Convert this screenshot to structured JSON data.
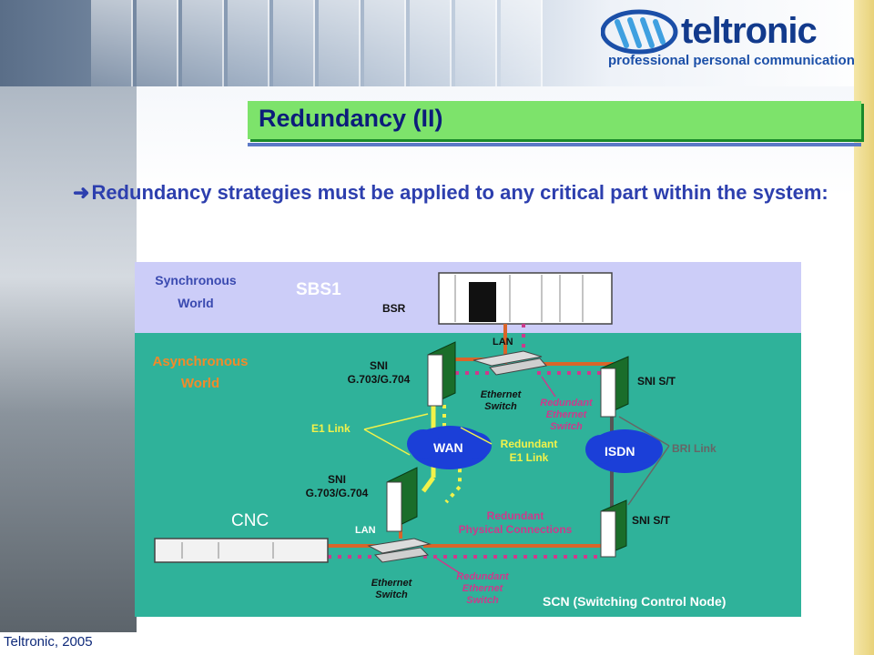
{
  "header": {
    "logo_wordmark": "teltronic",
    "tagline": "professional personal communication"
  },
  "title": "Redundancy (II)",
  "bullet": "Redundancy strategies must be applied to any critical part within the system:",
  "diagram": {
    "sync_world": "Synchronous World",
    "sync_line1": "Synchronous",
    "sync_line2": "World",
    "sbs1": "SBS1",
    "bsr": "BSR",
    "async_line1": "Asynchronous",
    "async_line2": "World",
    "lan_top": "LAN",
    "sni_top_line1": "SNI",
    "sni_top_line2": "G.703/G.704",
    "eth_switch_top_line1": "Ethernet",
    "eth_switch_top_line2": "Switch",
    "red_eth_top_line1": "Redundant",
    "red_eth_top_line2": "Ethernet",
    "red_eth_top_line3": "Switch",
    "sni_st_top": "SNI S/T",
    "e1_link": "E1 Link",
    "wan": "WAN",
    "red_e1_line1": "Redundant",
    "red_e1_line2": "E1 Link",
    "isdn": "ISDN",
    "bri_link": "BRI Link",
    "sni_bot_line1": "SNI",
    "sni_bot_line2": "G.703/G.704",
    "cnc": "CNC",
    "lan_bot": "LAN",
    "red_phys_line1": "Redundant",
    "red_phys_line2": "Physical Connections",
    "sni_st_bot": "SNI S/T",
    "eth_switch_bot_line1": "Ethernet",
    "eth_switch_bot_line2": "Switch",
    "red_eth_bot_line1": "Redundant",
    "red_eth_bot_line2": "Ethernet",
    "red_eth_bot_line3": "Switch",
    "scn": "SCN (Switching Control Node)"
  },
  "footer": "Teltronic, 2005",
  "colors": {
    "title_bar": "#7de36b",
    "async_zone": "#2fb29a",
    "sync_zone": "#cccdf8",
    "link_orange": "#d9652a",
    "redundant_magenta": "#cc3a8c",
    "label_yellow": "#f2f24a"
  }
}
